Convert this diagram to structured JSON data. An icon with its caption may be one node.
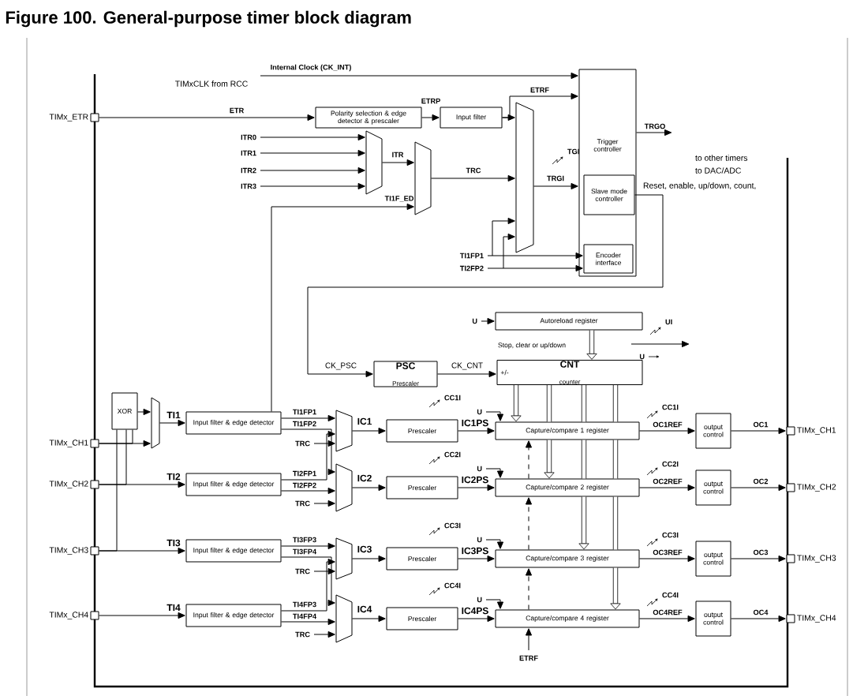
{
  "diagram": {
    "title": "Figure 100. General-purpose timer block diagram",
    "nodes": [
      {
        "text": [
          "TIMx_ETR"
        ]
      },
      {
        "text": [
          "Polarity selection & edge detector & prescaler"
        ]
      },
      {
        "text": [
          "Input filter"
        ]
      },
      {
        "text": [],
        "shape": "trapezoid"
      },
      {
        "text": [],
        "shape": "trapezoid"
      },
      {
        "text": [],
        "shape": "trapezoid"
      },
      {
        "text": [
          "Trigger controller"
        ]
      },
      {
        "text": [
          "Slave mode controller"
        ],
        "in": 6
      },
      {
        "text": [
          "Encoder interface"
        ],
        "in": 6
      },
      {
        "text": [
          "Autoreload register"
        ]
      },
      {
        "text": [
          "PSC",
          "Prescaler"
        ]
      },
      {
        "text": [
          "CNT",
          "counter",
          "+/-"
        ]
      },
      {
        "text": [
          "XOR"
        ]
      },
      {
        "text": [],
        "shape": "trapezoid"
      },
      {
        "text": [
          "TIMx_CH1"
        ]
      },
      {
        "text": [
          "TIMx_CH2"
        ]
      },
      {
        "text": [
          "TIMx_CH3"
        ]
      },
      {
        "text": [
          "TIMx_CH4"
        ]
      },
      {
        "text": [
          "Input filter & edge detector"
        ]
      },
      {
        "text": [
          "Input filter & edge detector"
        ]
      },
      {
        "text": [
          "Input filter & edge detector"
        ]
      },
      {
        "text": [
          "Input filter & edge detector"
        ]
      },
      {
        "text": [],
        "shape": "trapezoid"
      },
      {
        "text": [],
        "shape": "trapezoid"
      },
      {
        "text": [],
        "shape": "trapezoid"
      },
      {
        "text": [],
        "shape": "trapezoid"
      },
      {
        "text": [
          "Prescaler"
        ]
      },
      {
        "text": [
          "Prescaler"
        ]
      },
      {
        "text": [
          "Prescaler"
        ]
      },
      {
        "text": [
          "Prescaler"
        ]
      },
      {
        "text": [
          "Capture/compare 1 register"
        ]
      },
      {
        "text": [
          "Capture/compare 2 register"
        ]
      },
      {
        "text": [
          "Capture/compare 3 register"
        ]
      },
      {
        "text": [
          "Capture/compare 4 register"
        ]
      },
      {
        "text": [
          "output control"
        ]
      },
      {
        "text": [
          "output control"
        ]
      },
      {
        "text": [
          "output control"
        ]
      },
      {
        "text": [
          "output control"
        ]
      },
      {
        "text": [
          "TIMx_CH1"
        ]
      },
      {
        "text": [
          "TIMx_CH2"
        ]
      },
      {
        "text": [
          "TIMx_CH3"
        ]
      },
      {
        "text": [
          "TIMx_CH4"
        ]
      }
    ],
    "edges": [
      {
        "from": 0,
        "to": 1,
        "arrow": "to",
        "label": "ETR"
      },
      {
        "from": 1,
        "to": 2,
        "arrow": "to",
        "label": "ETRP"
      },
      {
        "from": 2,
        "to": 6,
        "arrow": "to",
        "label": "ETRF"
      },
      {
        "from": 2,
        "to": 5,
        "arrow": "to"
      },
      {
        "from": null,
        "to": 3,
        "arrow": "to",
        "label": "ITR0"
      },
      {
        "from": null,
        "to": 3,
        "arrow": "to",
        "label": "ITR1"
      },
      {
        "from": null,
        "to": 3,
        "arrow": "to",
        "label": "ITR2"
      },
      {
        "from": null,
        "to": 3,
        "arrow": "to",
        "label": "ITR3"
      },
      {
        "from": 3,
        "to": 4,
        "arrow": "to",
        "label": "ITR"
      },
      {
        "from": 18,
        "to": 4,
        "arrow": "to",
        "label": "TI1F_ED"
      },
      {
        "from": 4,
        "to": 5,
        "arrow": "to",
        "label": "TRC"
      },
      {
        "from": 5,
        "to": 6,
        "arrow": "to",
        "label": "TRGI"
      },
      {
        "from": null,
        "to": 8,
        "arrow": "to",
        "label": "TI1FP1"
      },
      {
        "from": null,
        "to": 8,
        "arrow": "to",
        "label": "TI2FP2"
      },
      {
        "from": null,
        "to": 5,
        "arrow": "to"
      },
      {
        "from": null,
        "to": 5,
        "arrow": "to"
      },
      {
        "from": null,
        "to": 6,
        "arrow": "to",
        "label": "Internal Clock (CK_INT)"
      },
      {
        "from": 6,
        "to": null,
        "arrow": "to",
        "label": "TRGO"
      },
      {
        "from": 7,
        "to": 10,
        "arrow": "to",
        "label": "CK_PSC"
      },
      {
        "from": 10,
        "to": 11,
        "arrow": "to",
        "label": "CK_CNT"
      },
      {
        "from": null,
        "to": 9,
        "arrow": "to",
        "label": "U"
      },
      {
        "from": 9,
        "to": 11,
        "arrow": "to",
        "style": "thick"
      },
      {
        "from": 14,
        "to": 12,
        "arrow": "none"
      },
      {
        "from": 15,
        "to": 12,
        "arrow": "none"
      },
      {
        "from": 16,
        "to": 12,
        "arrow": "none"
      },
      {
        "from": 12,
        "to": 13,
        "arrow": "to"
      },
      {
        "from": 14,
        "to": 13,
        "arrow": "to"
      },
      {
        "from": 13,
        "to": 18,
        "arrow": "to",
        "label": "TI1"
      },
      {
        "from": 15,
        "to": 19,
        "arrow": "to",
        "label": "TI2"
      },
      {
        "from": 16,
        "to": 20,
        "arrow": "to",
        "label": "TI3"
      },
      {
        "from": 17,
        "to": 21,
        "arrow": "to",
        "label": "TI4"
      },
      {
        "from": 18,
        "to": 22,
        "arrow": "to",
        "label": "TI1FP1"
      },
      {
        "from": 18,
        "to": 23,
        "arrow": "to",
        "label": "TI1FP2"
      },
      {
        "from": null,
        "to": 22,
        "arrow": "to",
        "label": "TRC"
      },
      {
        "from": 19,
        "to": 22,
        "arrow": "to",
        "label": "TI2FP1"
      },
      {
        "from": 19,
        "to": 23,
        "arrow": "to",
        "label": "TI2FP2"
      },
      {
        "from": null,
        "to": 23,
        "arrow": "to",
        "label": "TRC"
      },
      {
        "from": 20,
        "to": 24,
        "arrow": "to",
        "label": "TI3FP3"
      },
      {
        "from": 20,
        "to": 25,
        "arrow": "to",
        "label": "TI3FP4"
      },
      {
        "from": null,
        "to": 24,
        "arrow": "to",
        "label": "TRC"
      },
      {
        "from": 21,
        "to": 24,
        "arrow": "to",
        "label": "TI4FP3"
      },
      {
        "from": 21,
        "to": 25,
        "arrow": "to",
        "label": "TI4FP4"
      },
      {
        "from": null,
        "to": 25,
        "arrow": "to",
        "label": "TRC"
      },
      {
        "from": 22,
        "to": 26,
        "arrow": "to",
        "label": "IC1"
      },
      {
        "from": 26,
        "to": 30,
        "arrow": "to",
        "label": "IC1PS"
      },
      {
        "from": null,
        "to": 30,
        "arrow": "to",
        "label": "U"
      },
      {
        "from": 30,
        "to": 34,
        "arrow": "to",
        "label": "OC1REF"
      },
      {
        "from": 34,
        "to": 38,
        "arrow": "to",
        "label": "OC1"
      },
      {
        "from": 23,
        "to": 27,
        "arrow": "to",
        "label": "IC2"
      },
      {
        "from": 27,
        "to": 31,
        "arrow": "to",
        "label": "IC2PS"
      },
      {
        "from": null,
        "to": 31,
        "arrow": "to",
        "label": "U"
      },
      {
        "from": 31,
        "to": 35,
        "arrow": "to",
        "label": "OC2REF"
      },
      {
        "from": 35,
        "to": 39,
        "arrow": "to",
        "label": "OC2"
      },
      {
        "from": 24,
        "to": 28,
        "arrow": "to",
        "label": "IC3"
      },
      {
        "from": 28,
        "to": 32,
        "arrow": "to",
        "label": "IC3PS"
      },
      {
        "from": null,
        "to": 32,
        "arrow": "to",
        "label": "U"
      },
      {
        "from": 32,
        "to": 36,
        "arrow": "to",
        "label": "OC3REF"
      },
      {
        "from": 36,
        "to": 40,
        "arrow": "to",
        "label": "OC3"
      },
      {
        "from": 25,
        "to": 29,
        "arrow": "to",
        "label": "IC4"
      },
      {
        "from": 29,
        "to": 33,
        "arrow": "to",
        "label": "IC4PS"
      },
      {
        "from": null,
        "to": 33,
        "arrow": "to",
        "label": "U"
      },
      {
        "from": 33,
        "to": 37,
        "arrow": "to",
        "label": "OC4REF"
      },
      {
        "from": 37,
        "to": 41,
        "arrow": "to",
        "label": "OC4"
      },
      {
        "from": 11,
        "to": 30,
        "arrow": "to",
        "style": "thick"
      },
      {
        "from": 30,
        "to": 31,
        "arrow": "to",
        "style": "thick"
      },
      {
        "from": 31,
        "to": 32,
        "arrow": "to",
        "style": "thick"
      },
      {
        "from": 32,
        "to": 33,
        "arrow": "to",
        "style": "thick"
      },
      {
        "from": 31,
        "to": 30,
        "arrow": "to",
        "style": "dashed"
      },
      {
        "from": 32,
        "to": 31,
        "arrow": "to",
        "style": "dashed"
      },
      {
        "from": 33,
        "to": 32,
        "arrow": "to",
        "style": "dashed"
      },
      {
        "from": null,
        "to": 33,
        "arrow": "to",
        "label": "ETRF"
      },
      {
        "from": 11,
        "to": 30,
        "arrow": "none",
        "style": "thick"
      },
      {
        "from": 11,
        "to": 30,
        "arrow": "none",
        "style": "thick"
      },
      {
        "from": 30,
        "to": 31,
        "arrow": "none",
        "style": "thick"
      },
      {
        "from": 11,
        "to": 30,
        "arrow": "none",
        "style": "thick"
      },
      {
        "from": 30,
        "to": 31,
        "arrow": "none",
        "style": "thick"
      },
      {
        "from": 31,
        "to": 32,
        "arrow": "none",
        "style": "thick"
      }
    ],
    "labels": [
      "TIMxCLK from RCC",
      "TGI",
      "to other timers",
      "to DAC/ADC",
      "Reset, enable, up/down, count,",
      "Stop, clear or up/down",
      "UI",
      "U",
      "CC1I",
      "CC1I",
      "CC2I",
      "CC2I",
      "CC3I",
      "CC3I",
      "CC4I",
      "CC4I"
    ]
  }
}
